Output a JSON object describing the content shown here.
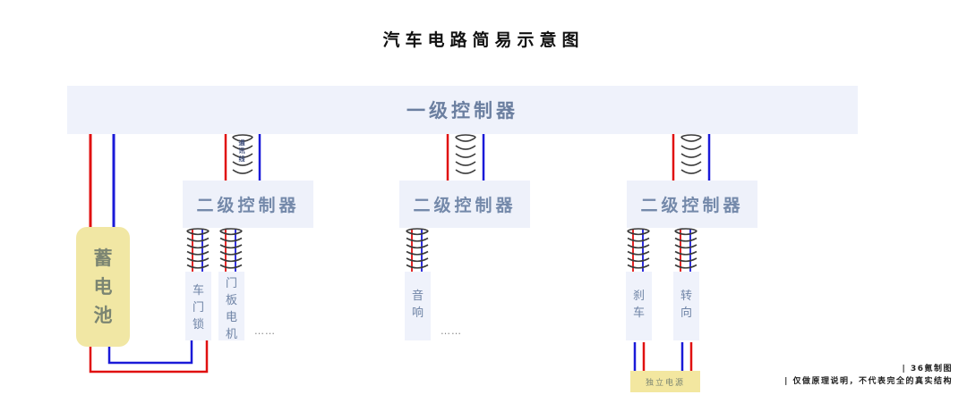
{
  "title": "汽车电路简易示意图",
  "level1": {
    "label": "一级控制器"
  },
  "level2": [
    {
      "label": "二级控制器"
    },
    {
      "label": "二级控制器"
    },
    {
      "label": "二级控制器"
    }
  ],
  "comm_line_label": "通讯线",
  "battery": {
    "label": "蓄电池",
    "chars": [
      "蓄",
      "电",
      "池"
    ]
  },
  "devices": [
    {
      "label": "车门锁",
      "chars": [
        "车",
        "门",
        "锁"
      ]
    },
    {
      "label": "门板电机",
      "chars": [
        "门",
        "板",
        "电",
        "机"
      ]
    },
    {
      "label": "音响",
      "chars": [
        "音",
        "响"
      ]
    },
    {
      "label": "刹车",
      "chars": [
        "刹",
        "车"
      ]
    },
    {
      "label": "转向",
      "chars": [
        "转",
        "向"
      ]
    }
  ],
  "ellipsis": [
    "……",
    "……"
  ],
  "independent_power": {
    "label": "独立电源"
  },
  "notes": {
    "credit": "| 36氪制图",
    "disclaimer": "| 仅做原理说明，不代表完全的真实结构"
  },
  "colors": {
    "positive_wire": "#e01010",
    "negative_wire": "#1a1ad8",
    "coil": "#3a3a3a",
    "controller_fill": "#eff2fb",
    "battery_fill": "#f1e7a4"
  }
}
